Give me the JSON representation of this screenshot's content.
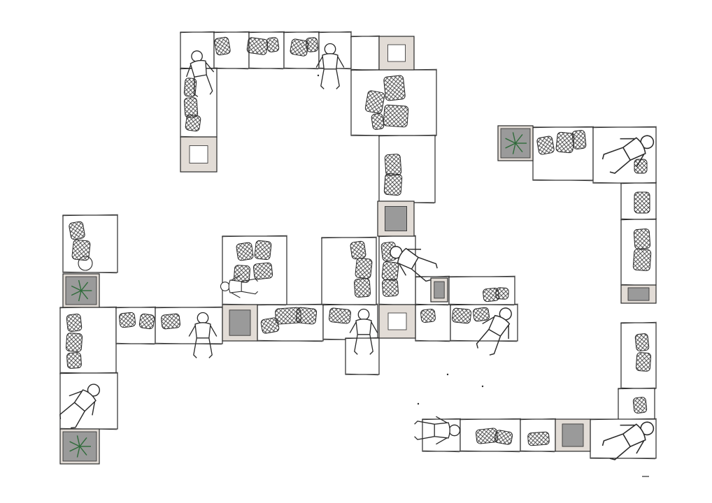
{
  "drawing": {
    "kind": "hand-drawn top-down sketch of modular lounge seating with people",
    "colors": {
      "line": "#2a2a2a",
      "module_fill": "#ffffff",
      "accent_fill": "#e2dcd6",
      "screen_fill": "#9a9a9a",
      "plant": "#2f6b3a",
      "cushion_hatch": "#3a3a3a"
    },
    "module_types": [
      "seat",
      "corner",
      "side-table",
      "planter-table",
      "media-table",
      "footstool"
    ],
    "people_count": 11
  }
}
